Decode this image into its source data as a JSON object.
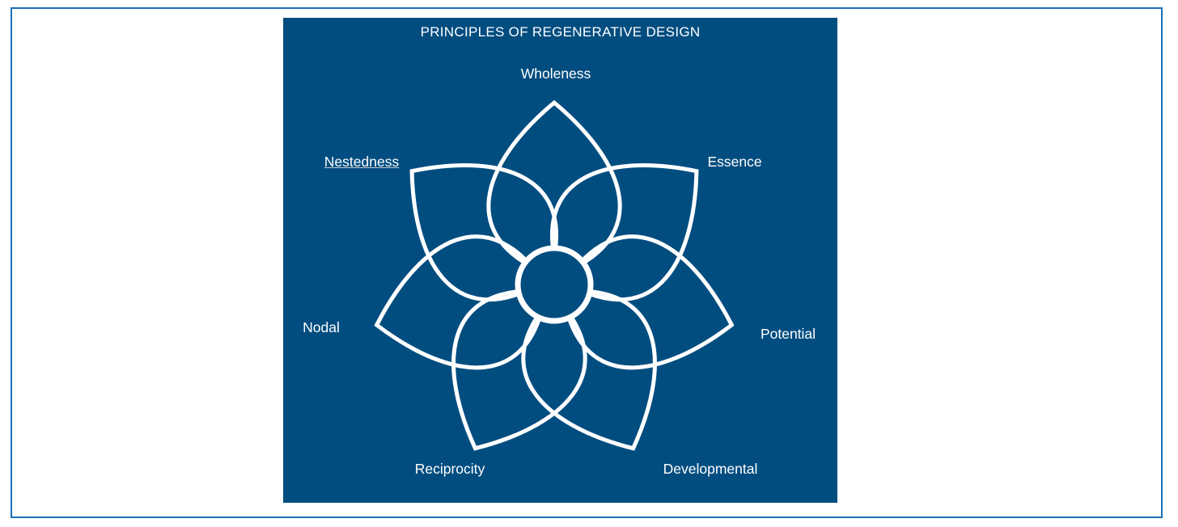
{
  "title": "PRINCIPLES OF REGENERATIVE DESIGN",
  "principles": {
    "wholeness": "Wholeness",
    "essence": "Essence",
    "potential": "Potential",
    "developmental": "Developmental",
    "reciprocity": "Reciprocity",
    "nodal": "Nodal",
    "nestedness": "Nestedness"
  },
  "colors": {
    "panel": "#024d80",
    "frame_border": "#1b6fb5",
    "line": "#ffffff"
  }
}
